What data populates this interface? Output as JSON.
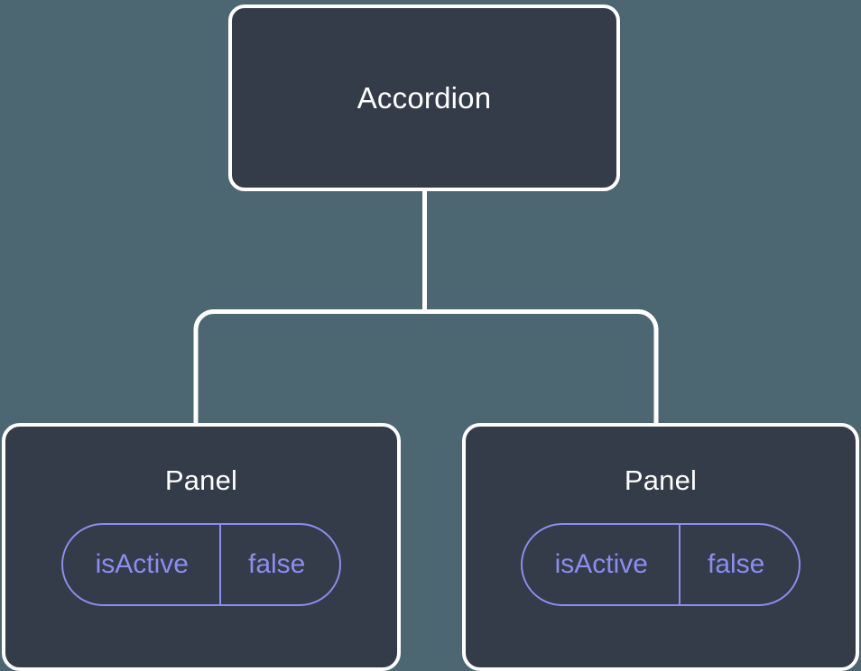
{
  "diagram": {
    "type": "component-tree",
    "background_color": "#4c6672",
    "node_fill_color": "#343b49",
    "node_border_color": "#ffffff",
    "edge_color": "#ffffff",
    "accent_color": "#8b8ef0",
    "root": {
      "label": "Accordion"
    },
    "children": [
      {
        "label": "Panel",
        "state": {
          "key": "isActive",
          "value": "false"
        }
      },
      {
        "label": "Panel",
        "state": {
          "key": "isActive",
          "value": "false"
        }
      }
    ]
  }
}
